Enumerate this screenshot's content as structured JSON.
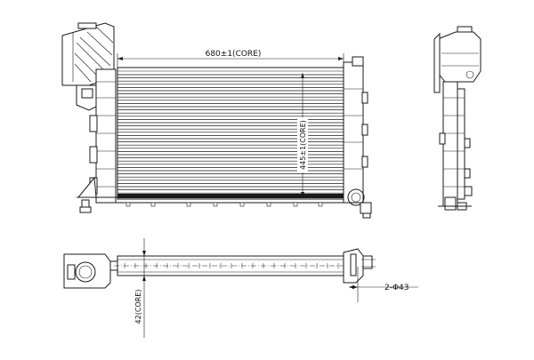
{
  "dimensions": {
    "core_width": "680±1(CORE)",
    "core_height": "445±1(CORE)",
    "core_depth": "42(CORE)",
    "outlet": "2-Φ43"
  },
  "colors": {
    "line": "#1a1a1a",
    "background": "#ffffff"
  }
}
